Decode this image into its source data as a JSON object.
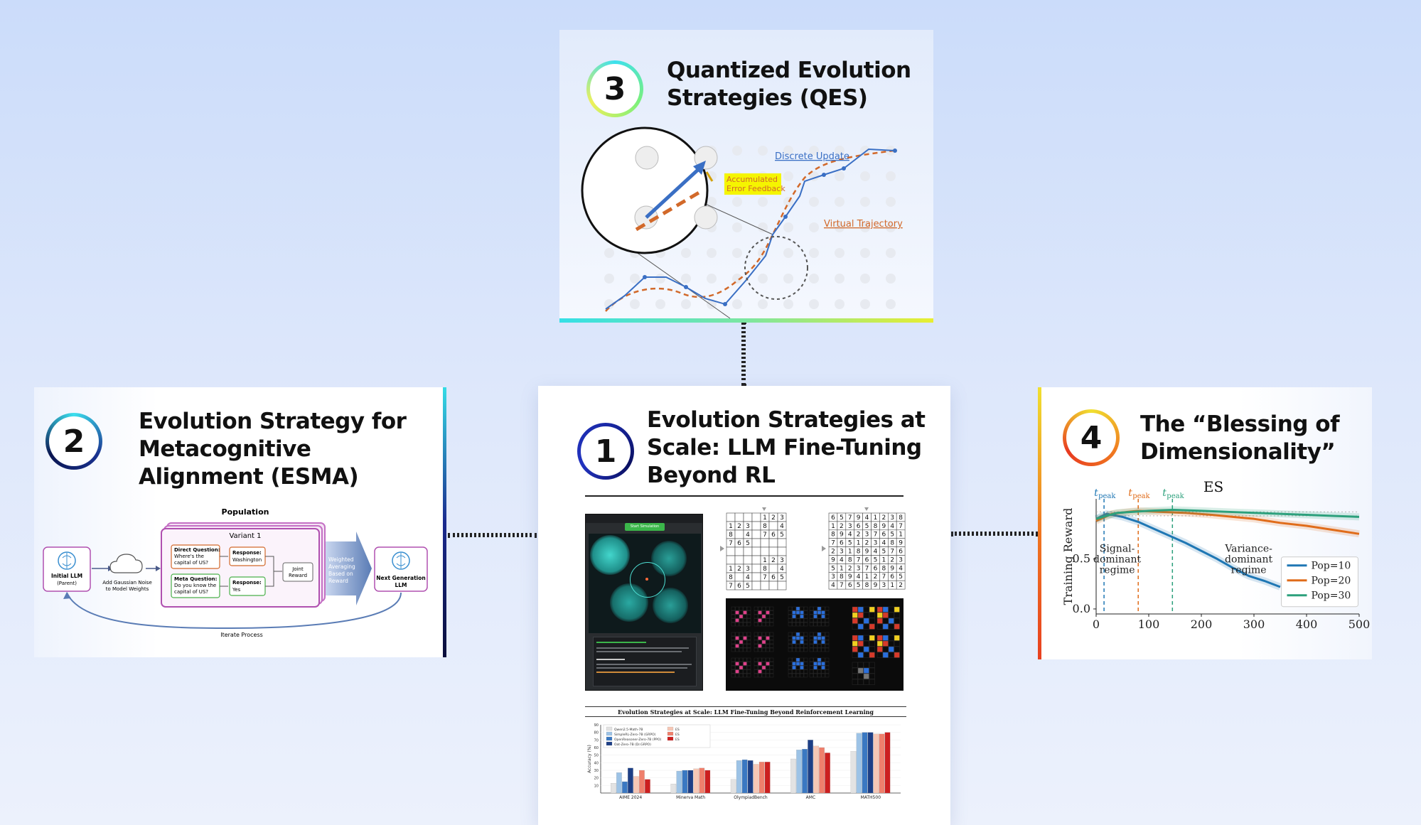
{
  "cards": {
    "qes": {
      "number": "3",
      "title_line1": "Quantized Evolution",
      "title_line2": "Strategies (QES)",
      "labels": {
        "discrete_update": "Discrete Update",
        "accumulated_1": "Accumulated",
        "accumulated_2": "Error Feedback",
        "virtual_trajectory": "Virtual Trajectory"
      },
      "colors": {
        "update": "#3a6fc4",
        "trajectory": "#d2692a",
        "highlight": "#f5f500"
      }
    },
    "esma": {
      "number": "2",
      "title_line1": "Evolution Strategy for",
      "title_line2": "Metacognitive",
      "title_line3": "Alignment (ESMA)",
      "diagram": {
        "population": "Population",
        "variant": "Variant 1",
        "initial_llm_1": "Initial LLM",
        "initial_llm_2": "(Parent)",
        "noise_1": "Add Gaussian Noise",
        "noise_2": "to Model Weights",
        "direct_q_title": "Direct Question:",
        "direct_q_1": "Where's the",
        "direct_q_2": "capital of US?",
        "response1_title": "Response:",
        "response1_text": "Washington",
        "meta_q_title": "Meta Question:",
        "meta_q_1": "Do you know the",
        "meta_q_2": "capital of US?",
        "response2_title": "Response:",
        "response2_text": "Yes",
        "joint_1": "Joint",
        "joint_2": "Reward",
        "weighted_1": "Weighted",
        "weighted_2": "Averaging",
        "weighted_3": "Based on",
        "weighted_4": "Reward",
        "next_gen_1": "Next Generation",
        "next_gen_2": "LLM",
        "iterate": "Iterate Process"
      }
    },
    "main": {
      "number": "1",
      "title_line1": "Evolution Strategies at",
      "title_line2": "Scale: LLM Fine-Tuning",
      "title_line3": "Beyond RL",
      "paper_title": "Evolution Strategies at Scale: LLM Fine-Tuning Beyond Reinforcement Learning",
      "game_button": "Start Simulation",
      "sudoku_partial": [
        [
          "",
          "",
          "",
          "",
          "1",
          "2",
          "3"
        ],
        [
          "1",
          "2",
          "3",
          "",
          "8",
          "",
          "4"
        ],
        [
          "8",
          "",
          "4",
          "",
          "7",
          "6",
          "5"
        ],
        [
          "7",
          "6",
          "5",
          "",
          "",
          "",
          ""
        ],
        [
          "",
          "",
          "",
          "",
          "",
          "",
          ""
        ],
        [
          "",
          "",
          "",
          "",
          "1",
          "2",
          "3"
        ],
        [
          "1",
          "2",
          "3",
          "",
          "8",
          "",
          "4"
        ],
        [
          "8",
          "",
          "4",
          "",
          "7",
          "6",
          "5"
        ],
        [
          "7",
          "6",
          "5",
          "",
          "",
          "",
          ""
        ]
      ],
      "sudoku_full": [
        [
          "6",
          "5",
          "7",
          "9",
          "4",
          "1",
          "2",
          "3",
          "8"
        ],
        [
          "1",
          "2",
          "3",
          "6",
          "5",
          "8",
          "9",
          "4",
          "7"
        ],
        [
          "8",
          "9",
          "4",
          "2",
          "3",
          "7",
          "6",
          "5",
          "1"
        ],
        [
          "7",
          "6",
          "5",
          "1",
          "2",
          "3",
          "4",
          "8",
          "9"
        ],
        [
          "2",
          "3",
          "1",
          "8",
          "9",
          "4",
          "5",
          "7",
          "6"
        ],
        [
          "9",
          "4",
          "8",
          "7",
          "6",
          "5",
          "1",
          "2",
          "3"
        ],
        [
          "5",
          "1",
          "2",
          "3",
          "7",
          "6",
          "8",
          "9",
          "4"
        ],
        [
          "3",
          "8",
          "9",
          "4",
          "1",
          "2",
          "7",
          "6",
          "5"
        ],
        [
          "4",
          "7",
          "6",
          "5",
          "8",
          "9",
          "3",
          "1",
          "2"
        ]
      ],
      "bar_chart": {
        "type": "bar",
        "ylabel": "Accuracy (%)",
        "ylim": [
          0,
          90
        ],
        "yticks": [
          "90",
          "80",
          "70",
          "60",
          "50",
          "40",
          "30",
          "20",
          "10"
        ],
        "categories": [
          "AIME 2024",
          "Minerva Math",
          "OlympiadBench",
          "AMC",
          "MATH500"
        ],
        "series": [
          {
            "name": "Qwen2.5-Math-7B",
            "color": "#e3e3e3",
            "values": [
              13,
              12,
              18,
              45,
              55
            ]
          },
          {
            "name": "SimpleRL-Zero-7B (GRPO)",
            "color": "#9dc3e6",
            "values": [
              27,
              29,
              43,
              57,
              79
            ]
          },
          {
            "name": "OpenReasoner-Zero-7B (PPO)",
            "color": "#3a78c2",
            "values": [
              15,
              30,
              44,
              58,
              80
            ]
          },
          {
            "name": "Oat-Zero-7B (Dr.GRPO)",
            "color": "#1d3f86",
            "values": [
              33,
              30,
              43,
              70,
              80
            ]
          },
          {
            "name": "ES",
            "color": "#f6c7b5",
            "values": [
              22,
              32,
              38,
              62,
              78
            ]
          },
          {
            "name": "ES",
            "color": "#ef7f6c",
            "values": [
              30,
              33,
              41,
              60,
              78
            ]
          },
          {
            "name": "ES",
            "color": "#cc1f1f",
            "values": [
              18,
              30,
              41,
              53,
              80
            ]
          }
        ]
      }
    },
    "blessing": {
      "number": "4",
      "title_line1": "The “Blessing of",
      "title_line2": "Dimensionality”",
      "chart_data": {
        "type": "line",
        "title": "ES",
        "ylabel": "Training Reward",
        "xlim": [
          0,
          500
        ],
        "ylim": [
          -0.05,
          1.1
        ],
        "xticks": [
          0,
          100,
          200,
          300,
          400,
          500
        ],
        "yticks": [
          0.0,
          0.5
        ],
        "ytick_labels": [
          "0.0",
          "0.5"
        ],
        "peak_label": "t",
        "peak_sub": "peak",
        "peaks": [
          {
            "x": 15,
            "color": "#1f77b4"
          },
          {
            "x": 80,
            "color": "#e06c1a"
          },
          {
            "x": 145,
            "color": "#2ca07c"
          }
        ],
        "annotations": {
          "signal": [
            "Signal-",
            "dominant",
            "regime"
          ],
          "variance": [
            "Variance-",
            "dominant",
            "regime"
          ]
        },
        "series": [
          {
            "name": "Pop=10",
            "color": "#1f77b4",
            "x": [
              0,
              20,
              50,
              80,
              110,
              140,
              170,
              200,
              230,
              260,
              290,
              320,
              350
            ],
            "y": [
              0.9,
              0.95,
              0.92,
              0.87,
              0.8,
              0.73,
              0.66,
              0.58,
              0.5,
              0.41,
              0.33,
              0.28,
              0.22
            ]
          },
          {
            "name": "Pop=20",
            "color": "#e06c1a",
            "x": [
              0,
              30,
              60,
              80,
              120,
              170,
              220,
              260,
              300,
              350,
              400,
              450,
              500
            ],
            "y": [
              0.88,
              0.95,
              0.97,
              0.98,
              0.97,
              0.96,
              0.94,
              0.92,
              0.9,
              0.86,
              0.83,
              0.79,
              0.75
            ]
          },
          {
            "name": "Pop=30",
            "color": "#2ca07c",
            "x": [
              0,
              40,
              100,
              145,
              200,
              250,
              300,
              350,
              400,
              450,
              500
            ],
            "y": [
              0.9,
              0.96,
              0.98,
              0.99,
              0.98,
              0.97,
              0.96,
              0.95,
              0.94,
              0.93,
              0.92
            ]
          }
        ]
      }
    }
  }
}
